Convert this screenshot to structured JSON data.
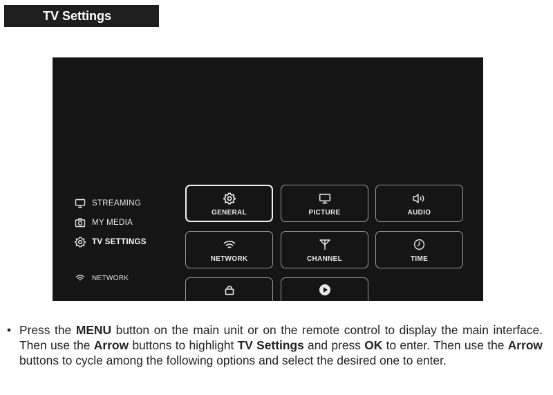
{
  "header": {
    "title": "TV Settings"
  },
  "sidebar": {
    "items": [
      {
        "label": "STREAMING",
        "icon": "monitor-icon",
        "active": false
      },
      {
        "label": "MY MEDIA",
        "icon": "camera-icon",
        "active": false
      },
      {
        "label": "TV SETTINGS",
        "icon": "gear-icon",
        "active": true
      },
      {
        "label": "NETWORK",
        "icon": "wifi-icon",
        "active": false
      }
    ]
  },
  "tiles": [
    {
      "label": "GENERAL",
      "icon": "gear-icon",
      "selected": true
    },
    {
      "label": "PICTURE",
      "icon": "monitor-icon"
    },
    {
      "label": "AUDIO",
      "icon": "speaker-icon"
    },
    {
      "label": "NETWORK",
      "icon": "wifi-icon"
    },
    {
      "label": "CHANNEL",
      "icon": "antenna-icon"
    },
    {
      "label": "TIME",
      "icon": "clock-icon"
    },
    {
      "label": "",
      "icon": "lock-icon"
    },
    {
      "label": "",
      "icon": "play-icon"
    }
  ],
  "body": {
    "bullet": "•",
    "parts": [
      "Press the ",
      "MENU",
      " button on the main unit or on the remote control to display the main interface. Then use the ",
      "Arrow",
      " buttons to highlight ",
      "TV Settings",
      " and press ",
      "OK",
      " to enter. Then use the ",
      "Arrow",
      " buttons to cycle among the following options and select the desired one to enter."
    ]
  },
  "colors": {
    "screen": "#151515",
    "text_light": "#eaeaea",
    "header_bg": "#1f1f1f"
  }
}
